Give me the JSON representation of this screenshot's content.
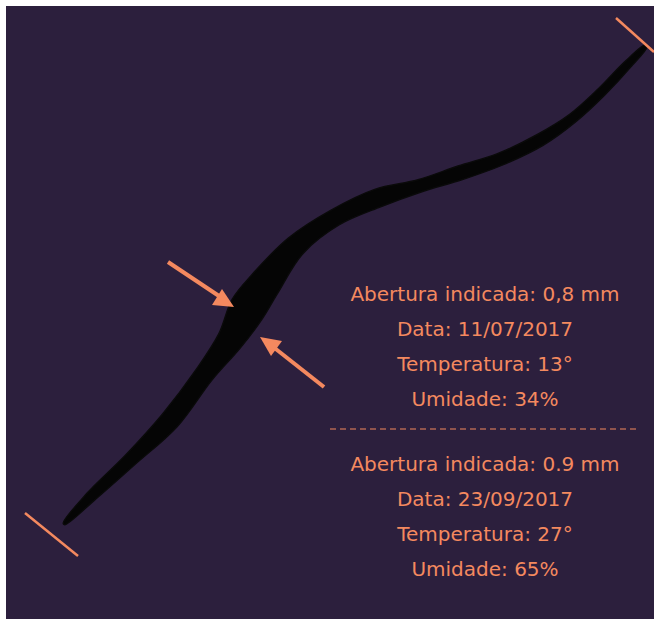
{
  "diagram": {
    "labels": [
      "Abertura indicada: 0,8 mm",
      "Data: 11/07/2017",
      "Temperatura: 13°",
      "Umidade: 34%",
      "Abertura indicada: 0.9 mm",
      "Data: 23/09/2017",
      "Temperatura: 27°",
      "Umidade: 65%"
    ]
  }
}
